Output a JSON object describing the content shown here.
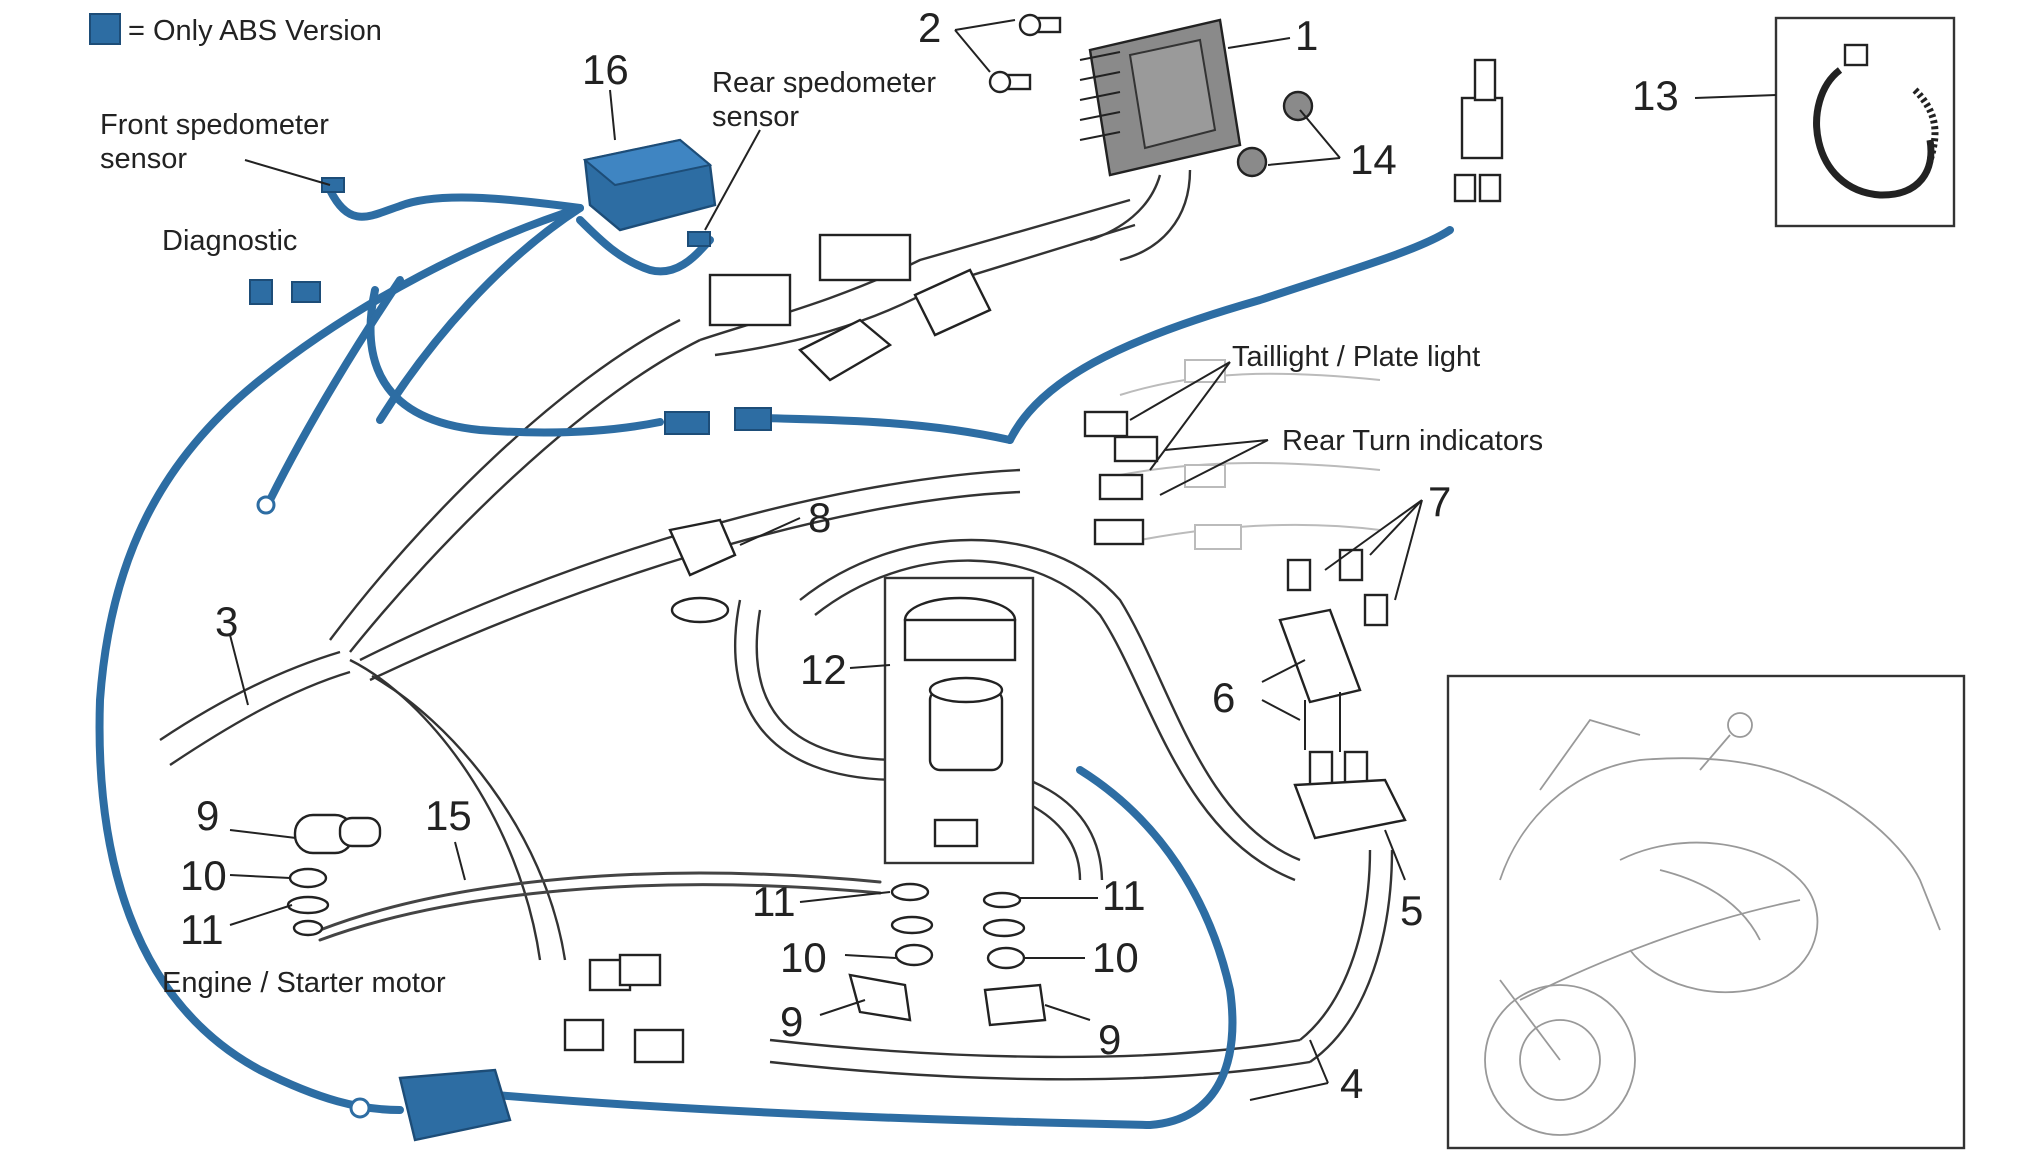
{
  "legend": {
    "swatch_color": "#2d6da3",
    "text": "= Only ABS Version"
  },
  "labels": {
    "front_sensor_line1": "Front spedometer",
    "front_sensor_line2": "sensor",
    "rear_sensor_line1": "Rear spedometer",
    "rear_sensor_line2": "sensor",
    "diagnostic": "Diagnostic",
    "taillight": "Taillight / Plate light",
    "rear_turn": "Rear Turn indicators",
    "engine_starter": "Engine / Starter motor"
  },
  "numbers": {
    "n1": "1",
    "n2": "2",
    "n3": "3",
    "n4": "4",
    "n5": "5",
    "n6": "6",
    "n7": "7",
    "n8": "8",
    "n9a": "9",
    "n9b": "9",
    "n9c": "9",
    "n10a": "10",
    "n10b": "10",
    "n10c": "10",
    "n11a": "11",
    "n11b": "11",
    "n11c": "11",
    "n12": "12",
    "n13": "13",
    "n14": "14",
    "n15": "15",
    "n16": "16"
  }
}
